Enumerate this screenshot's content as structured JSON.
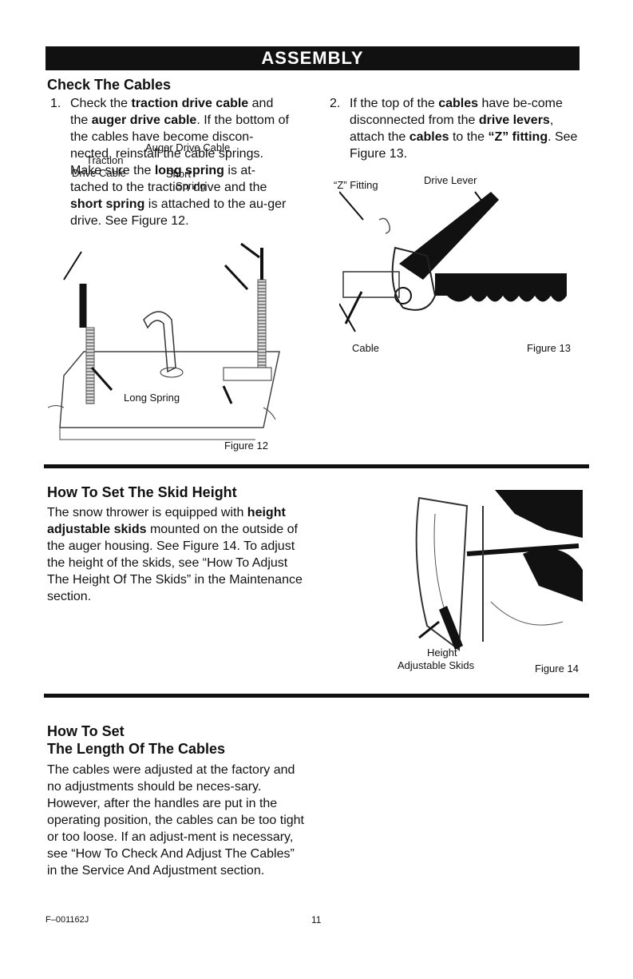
{
  "banner": "ASSEMBLY",
  "check_cables": {
    "heading": "Check The Cables",
    "item1": {
      "num": "1.",
      "segments": [
        {
          "t": "Check the ",
          "b": false
        },
        {
          "t": "traction drive cable",
          "b": true
        },
        {
          "t": " and the ",
          "b": false
        },
        {
          "t": "auger drive cable",
          "b": true
        },
        {
          "t": ". If the bottom of the cables have become discon-nected, reinstall the cable springs. Make sure the ",
          "b": false
        },
        {
          "t": "long spring",
          "b": true
        },
        {
          "t": " is at-tached to the traction drive and the ",
          "b": false
        },
        {
          "t": "short spring",
          "b": true
        },
        {
          "t": " is attached to the au-ger drive. See Figure 12.",
          "b": false
        }
      ]
    },
    "item2": {
      "num": "2.",
      "segments": [
        {
          "t": "If the top of the ",
          "b": false
        },
        {
          "t": "cables",
          "b": true
        },
        {
          "t": " have be-come disconnected from the ",
          "b": false
        },
        {
          "t": "drive levers",
          "b": true
        },
        {
          "t": ", attach the ",
          "b": false
        },
        {
          "t": "cables",
          "b": true
        },
        {
          "t": " to the ",
          "b": false
        },
        {
          "t": "“Z” fitting",
          "b": true
        },
        {
          "t": ". See Figure 13.",
          "b": false
        }
      ]
    }
  },
  "figure12": {
    "auger_label": "Auger Drive Cable",
    "traction_label_1": "Traction",
    "traction_label_2": "Drive Cable",
    "short_label_1": "Short",
    "short_label_2": "Spring",
    "long_label": "Long Spring",
    "caption": "Figure 12"
  },
  "figure13": {
    "z_label": "“Z” Fitting",
    "lever_label": "Drive Lever",
    "cable_label": "Cable",
    "caption": "Figure 13"
  },
  "skid": {
    "heading": "How To Set The Skid Height",
    "segments": [
      {
        "t": "The snow thrower is equipped with ",
        "b": false
      },
      {
        "t": "height adjustable skids",
        "b": true
      },
      {
        "t": " mounted on the outside of the auger housing. See Figure 14. To adjust the height of the skids, see “How To Adjust The Height Of The Skids” in the Maintenance section.",
        "b": false
      }
    ]
  },
  "figure14": {
    "label_1": "Height",
    "label_2": "Adjustable Skids",
    "caption": "Figure 14"
  },
  "length": {
    "heading_1": "How To Set",
    "heading_2": "The Length Of The Cables",
    "text": "The cables were adjusted at the factory and no adjustments should be neces-sary. However, after the handles are put in the operating position, the cables can be too tight or too loose. If an adjust-ment is necessary, see “How To Check And Adjust The Cables” in the Service And Adjustment section."
  },
  "footer": {
    "code": "F–001162J",
    "page": "11"
  }
}
